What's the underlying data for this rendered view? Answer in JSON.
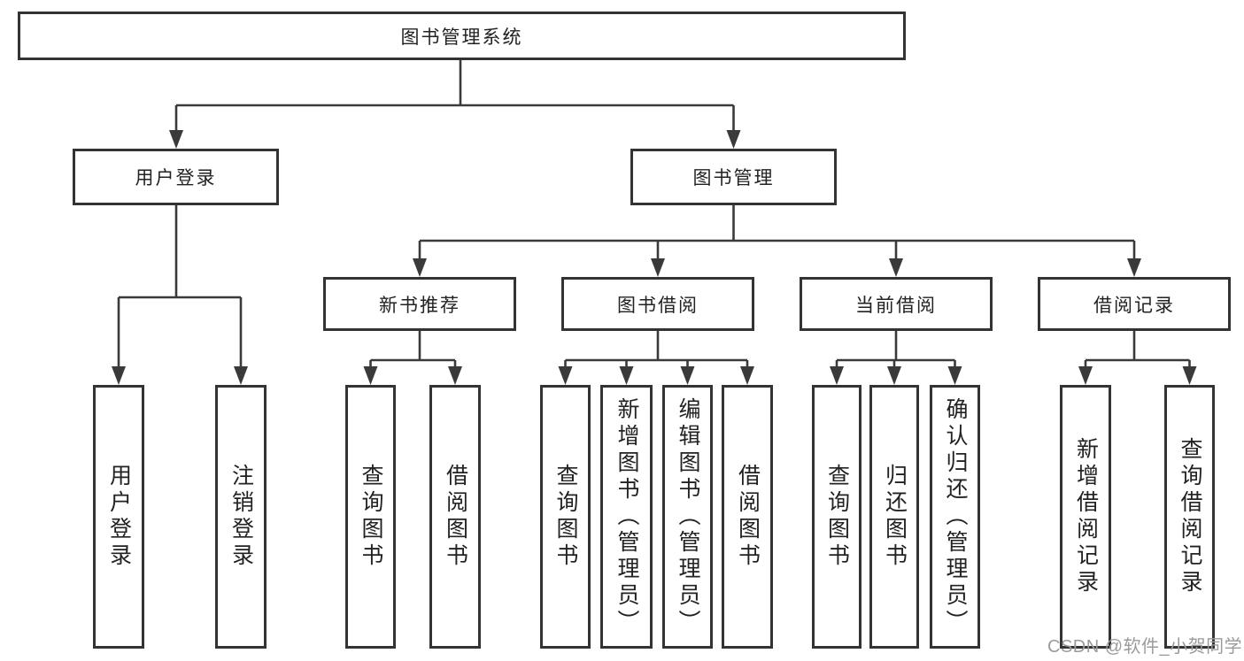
{
  "nodes": {
    "root": "图书管理系统",
    "user_login": "用户登录",
    "book_management": "图书管理",
    "new_book_recommend": "新书推荐",
    "book_borrowing": "图书借阅",
    "current_borrowing": "当前借阅",
    "borrowing_records": "借阅记录",
    "leaf_user_login": "用户登录",
    "leaf_logout": "注销登录",
    "leaf_recommend_query": "查询图书",
    "leaf_recommend_borrow": "借阅图书",
    "leaf_borrow_query": "查询图书",
    "leaf_borrow_add": "新增图书（管理员）",
    "leaf_borrow_edit": "编辑图书（管理员）",
    "leaf_borrow_borrow": "借阅图书",
    "leaf_current_query": "查询图书",
    "leaf_current_return": "归还图书",
    "leaf_current_confirm": "确认归还（管理员）",
    "leaf_records_add": "新增借阅记录",
    "leaf_records_query": "查询借阅记录"
  },
  "hierarchy": {
    "root": [
      "user_login",
      "book_management"
    ],
    "user_login": [
      "leaf_user_login",
      "leaf_logout"
    ],
    "book_management": [
      "new_book_recommend",
      "book_borrowing",
      "current_borrowing",
      "borrowing_records"
    ],
    "new_book_recommend": [
      "leaf_recommend_query",
      "leaf_recommend_borrow"
    ],
    "book_borrowing": [
      "leaf_borrow_query",
      "leaf_borrow_add",
      "leaf_borrow_edit",
      "leaf_borrow_borrow"
    ],
    "current_borrowing": [
      "leaf_current_query",
      "leaf_current_return",
      "leaf_current_confirm"
    ],
    "borrowing_records": [
      "leaf_records_add",
      "leaf_records_query"
    ]
  },
  "watermark": {
    "text": "CSDN @软件_小贺同学"
  },
  "colors": {
    "line": "#3a3a3a",
    "border": "#333333",
    "text": "#222222",
    "watermark": "#9b9b9b"
  }
}
